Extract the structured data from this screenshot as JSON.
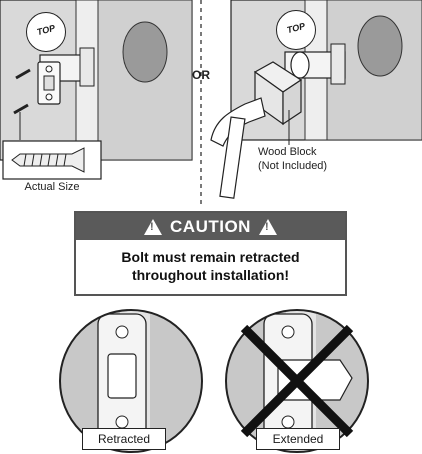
{
  "labels": {
    "or": "OR",
    "actual_size": "Actual Size",
    "wood_block_line1": "Wood Block",
    "wood_block_line2": "(Not Included)",
    "top_mark": "TOP"
  },
  "caution": {
    "heading": "CAUTION",
    "line1": "Bolt must remain retracted",
    "line2": "throughout installation!"
  },
  "states": {
    "retracted": "Retracted",
    "extended": "Extended"
  },
  "colors": {
    "panel_gray": "#d9d9d9",
    "frame_gray": "#c8c8c8",
    "caution_header": "#5a5a5a",
    "outline": "#222222"
  }
}
